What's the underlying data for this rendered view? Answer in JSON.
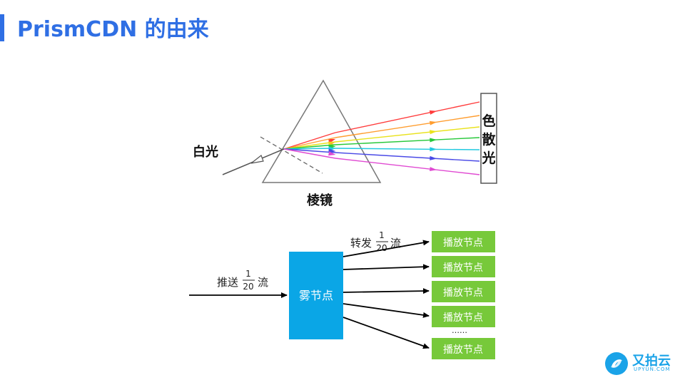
{
  "slide": {
    "title": "PrismCDN 的由来"
  },
  "prism_figure": {
    "white_light_label": "白光",
    "prism_label": "棱镜",
    "dispersion_label": [
      "色",
      "散",
      "光"
    ],
    "ray_colors": [
      "#ff3b3b",
      "#ff9d2f",
      "#e9e21c",
      "#27c83a",
      "#22c9e0",
      "#4a4ae6",
      "#e04ad2"
    ]
  },
  "flow_diagram": {
    "push_label": {
      "prefix": "推送",
      "numerator": "1",
      "denominator": "20",
      "suffix": "流"
    },
    "forward_label": {
      "prefix": "转发",
      "numerator": "1",
      "denominator": "20",
      "suffix": "流"
    },
    "fog_node_label": "雾节点",
    "play_nodes": [
      "播放节点",
      "播放节点",
      "播放节点",
      "播放节点",
      "播放节点"
    ],
    "ellipsis": "……",
    "colors": {
      "fog_node": "#0aa6e6",
      "play_node": "#77c93a"
    }
  },
  "logo": {
    "name": "又拍云",
    "sub": "UPYUN.COM"
  }
}
